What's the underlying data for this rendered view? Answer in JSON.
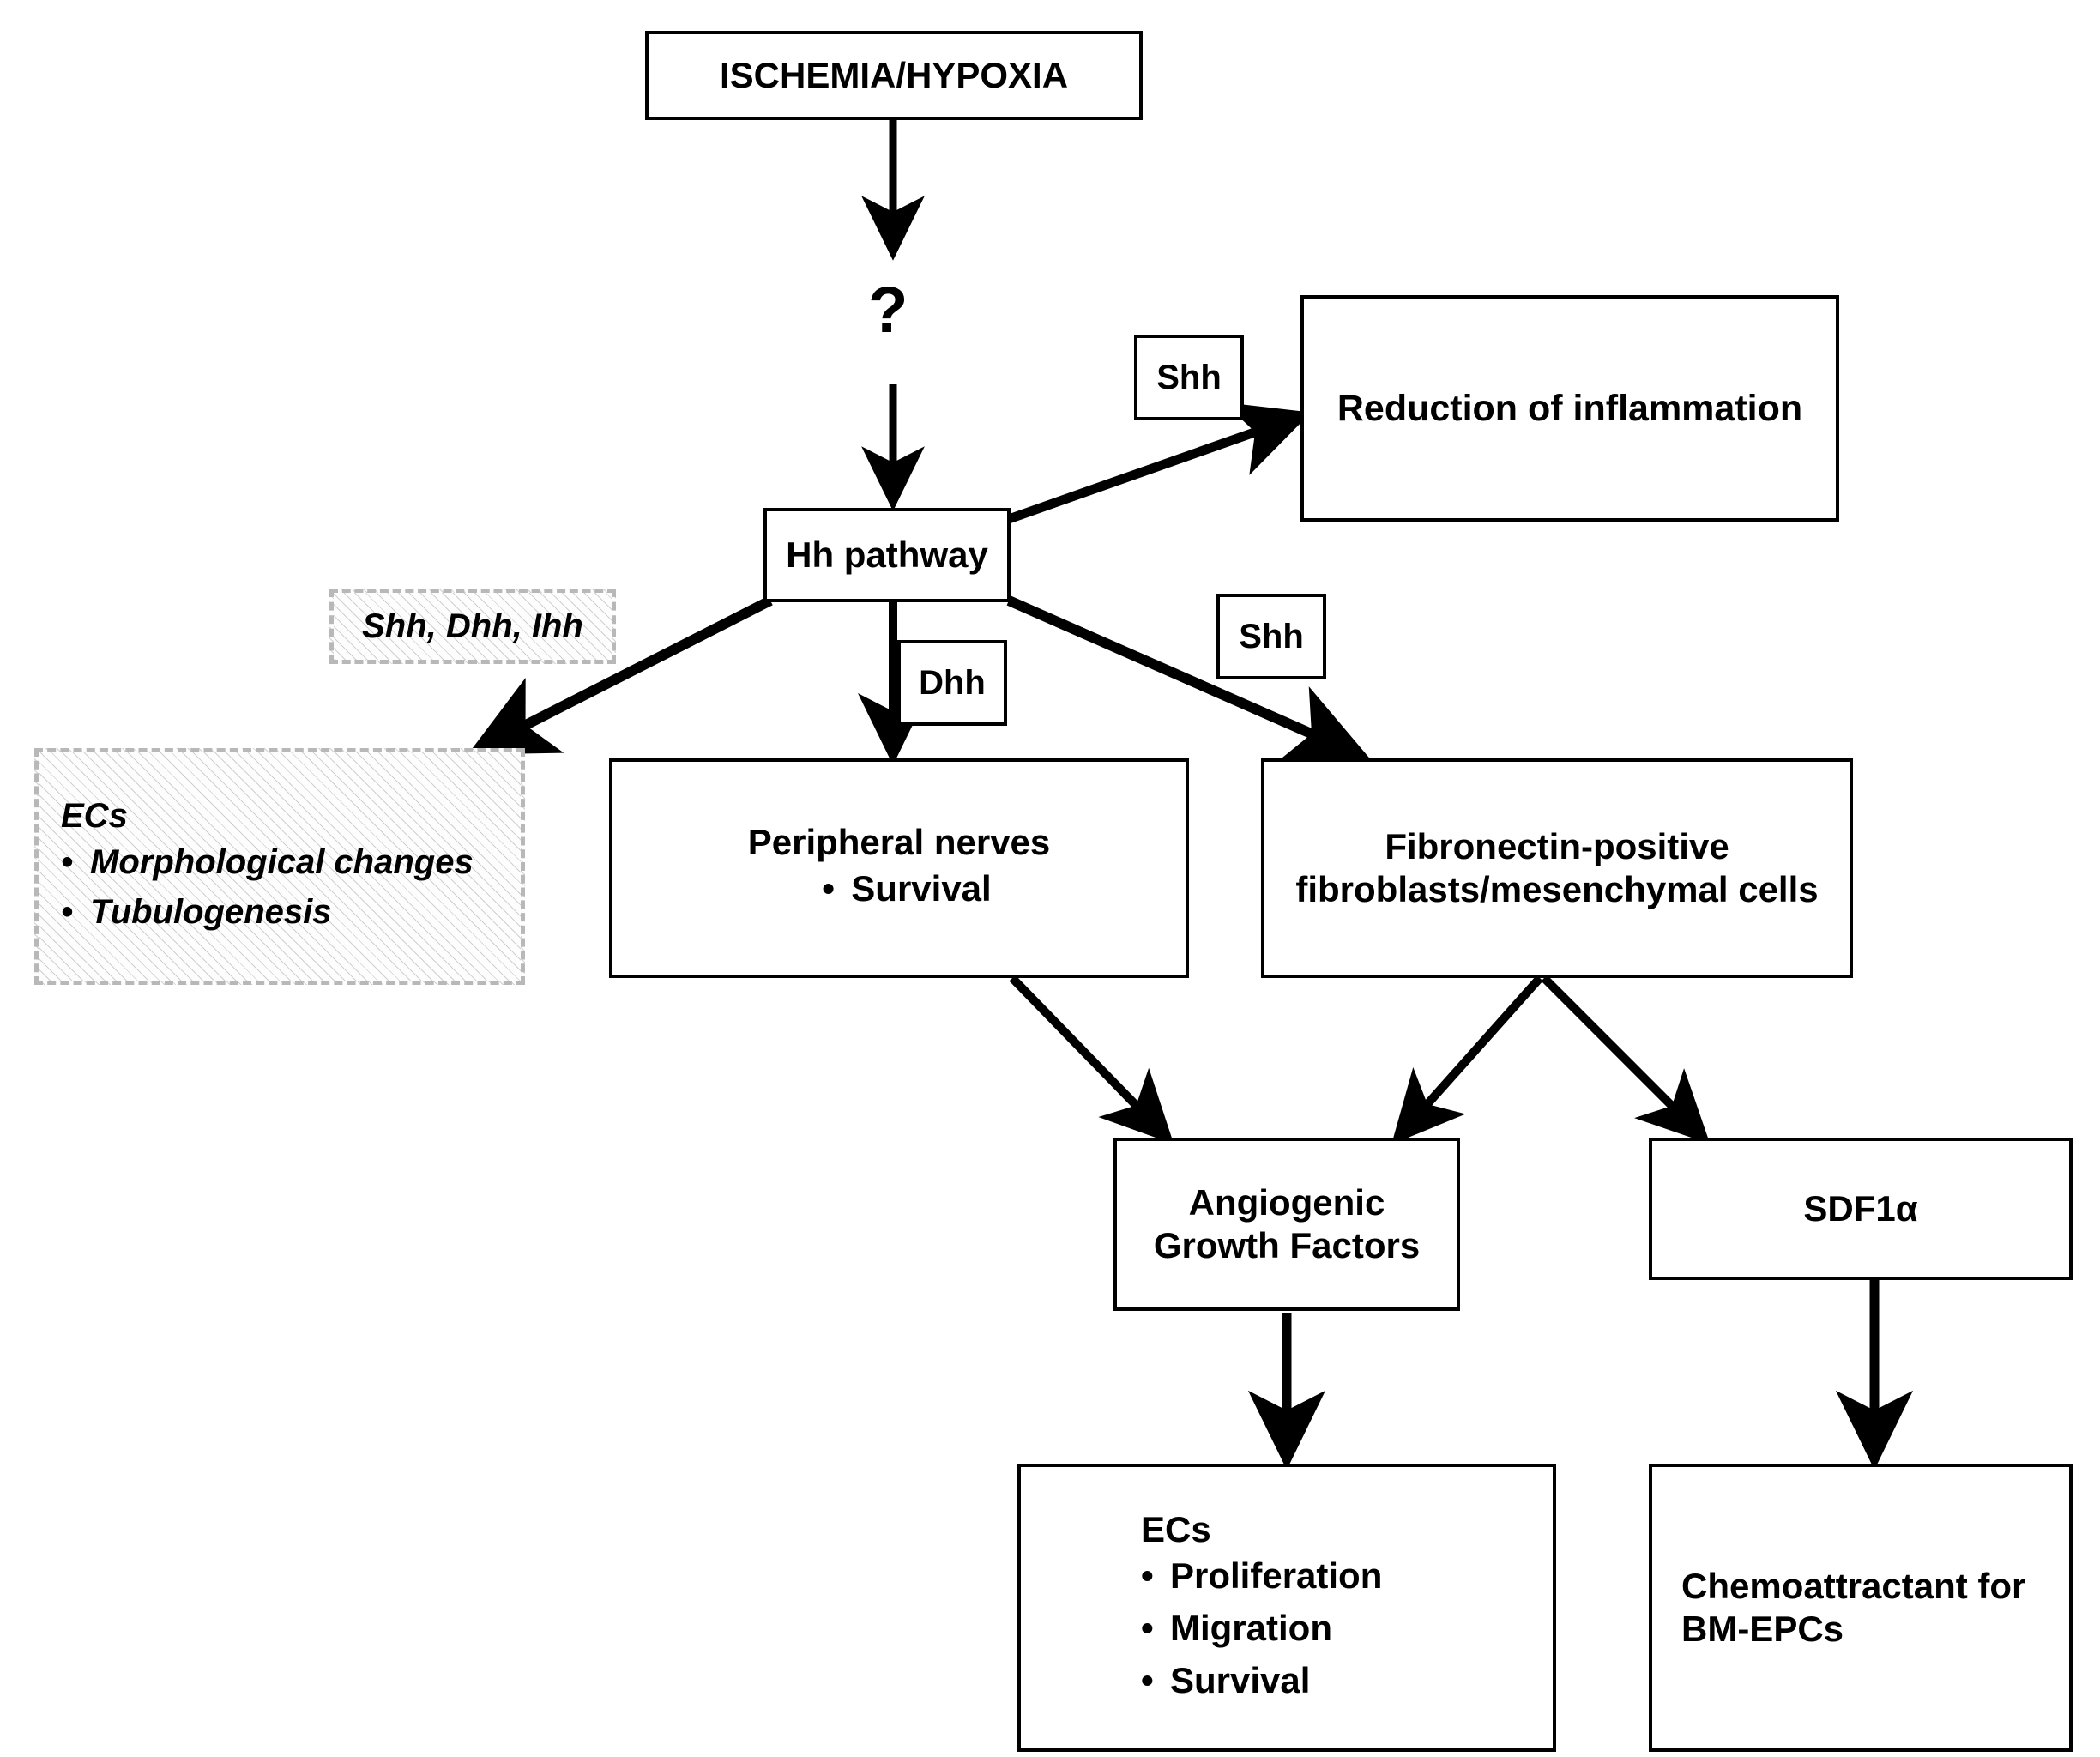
{
  "diagram": {
    "title_node": {
      "label": "ISCHEMIA/HYPOXIA"
    },
    "question_mark": "?",
    "hh_node": {
      "label": "Hh pathway"
    },
    "edge_labels": {
      "shh_top": "Shh",
      "dhh_mid": "Dhh",
      "shh_right": "Shh",
      "shh_dhh_ihh": "Shh, Dhh, Ihh"
    },
    "inflammation_node": {
      "label": "Reduction of inflammation"
    },
    "ecs_upper_node": {
      "title": "ECs",
      "bullets": [
        "Morphological changes",
        "Tubulogenesis"
      ],
      "bullet_glyph": "•"
    },
    "nerves_node": {
      "title": "Peripheral nerves",
      "bullets": [
        "Survival"
      ],
      "bullet_glyph": "•"
    },
    "fibroblast_node": {
      "line1": "Fibronectin-positive",
      "line2": "fibroblasts/mesenchymal cells"
    },
    "growth_factors_node": {
      "line1": "Angiogenic",
      "line2": "Growth Factors"
    },
    "sdf1a_node": {
      "label": "SDF1α"
    },
    "ecs_lower_node": {
      "title": "ECs",
      "bullets": [
        "Proliferation",
        "Migration",
        "Survival"
      ],
      "bullet_glyph": "•"
    },
    "chemoattractant_node": {
      "line1": "Chemoattractant for",
      "line2": "BM-EPCs"
    },
    "colors": {
      "stroke": "#000000",
      "background": "#ffffff",
      "hatch_border": "#b8b8b8",
      "hatch_fill": "#aaaaaa"
    }
  }
}
